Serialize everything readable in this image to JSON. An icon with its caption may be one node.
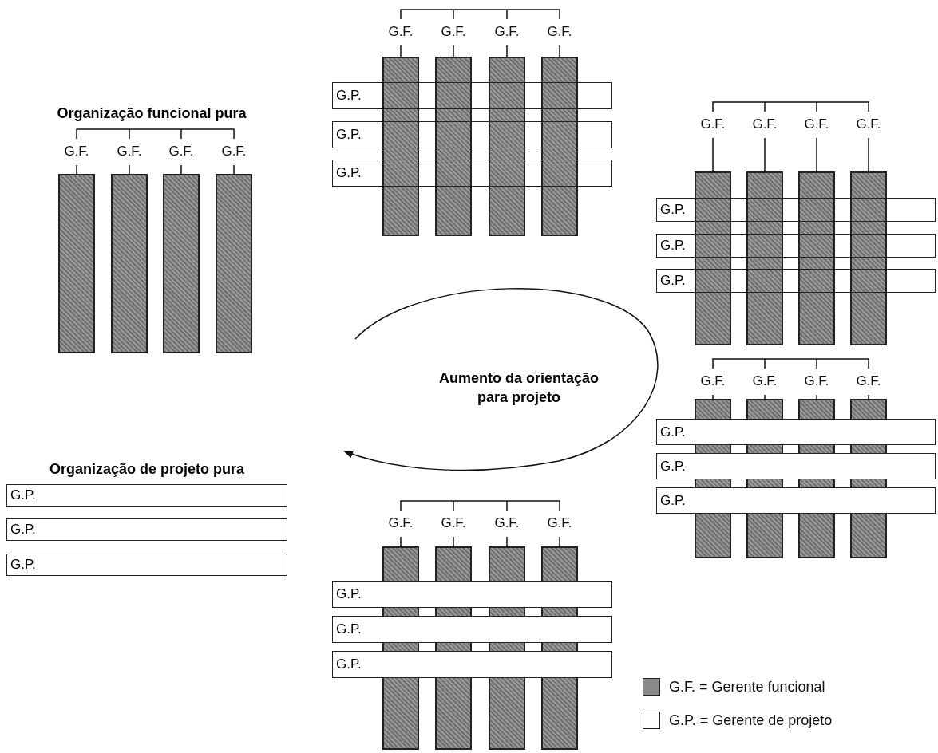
{
  "diagram": {
    "nodes": [
      {
        "text": [
          "G.F."
        ]
      },
      {
        "text": [
          "G.F."
        ]
      },
      {
        "text": [
          "G.F."
        ]
      },
      {
        "text": [
          "G.F."
        ]
      },
      {
        "text": [
          "G.F."
        ]
      },
      {
        "text": [
          "G.F."
        ]
      },
      {
        "text": [
          "G.F."
        ]
      },
      {
        "text": [
          "G.F."
        ]
      },
      {
        "text": [
          "G.P."
        ]
      },
      {
        "text": [
          "G.P."
        ]
      },
      {
        "text": [
          "G.P."
        ]
      },
      {
        "text": [
          "G.F."
        ]
      },
      {
        "text": [
          "G.F."
        ]
      },
      {
        "text": [
          "G.F."
        ]
      },
      {
        "text": [
          "G.F."
        ]
      },
      {
        "text": [
          "G.P."
        ]
      },
      {
        "text": [
          "G.P."
        ]
      },
      {
        "text": [
          "G.P."
        ]
      },
      {
        "text": [
          "G.F."
        ]
      },
      {
        "text": [
          "G.F."
        ]
      },
      {
        "text": [
          "G.F."
        ]
      },
      {
        "text": [
          "G.F."
        ]
      },
      {
        "text": [
          "G.P."
        ]
      },
      {
        "text": [
          "G.P."
        ]
      },
      {
        "text": [
          "G.P."
        ]
      },
      {
        "text": [
          "G.F."
        ]
      },
      {
        "text": [
          "G.F."
        ]
      },
      {
        "text": [
          "G.F."
        ]
      },
      {
        "text": [
          "G.F."
        ]
      },
      {
        "text": [
          "G.P."
        ]
      },
      {
        "text": [
          "G.P."
        ]
      },
      {
        "text": [
          "G.P."
        ]
      },
      {
        "text": [
          "G.P."
        ]
      },
      {
        "text": [
          "G.P."
        ]
      },
      {
        "text": [
          "G.P."
        ]
      }
    ],
    "labels": [
      "Organização funcional pura",
      "Aumento da orientação para projeto",
      "Organização de projeto pura"
    ],
    "legend": [
      {
        "text": "G.F. = Gerente funcional",
        "color": "#8a8a8a"
      },
      {
        "text": "G.P. = Gerente de projeto",
        "color": "#ffffff"
      }
    ]
  }
}
